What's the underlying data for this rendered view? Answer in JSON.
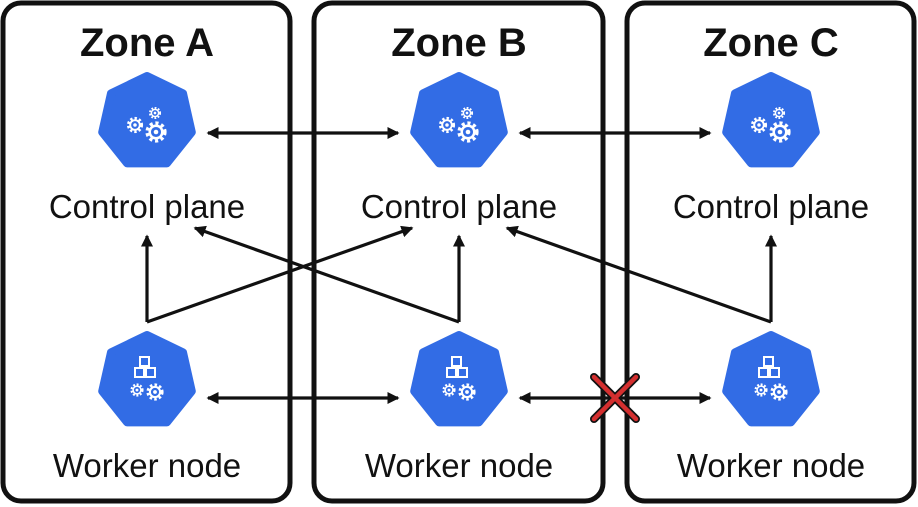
{
  "zones": [
    {
      "title": "Zone A",
      "control_label": "Control plane",
      "worker_label": "Worker node"
    },
    {
      "title": "Zone B",
      "control_label": "Control plane",
      "worker_label": "Worker node"
    },
    {
      "title": "Zone C",
      "control_label": "Control plane",
      "worker_label": "Worker node"
    }
  ],
  "icons": {
    "control": "control-plane-gears-icon",
    "worker": "worker-node-cubes-gears-icon",
    "broken_link": "red-x-icon"
  },
  "colors": {
    "node_blue": "#326ce5",
    "zone_border": "#111111",
    "arrow": "#111111",
    "broken_link": "#d32f2f"
  }
}
